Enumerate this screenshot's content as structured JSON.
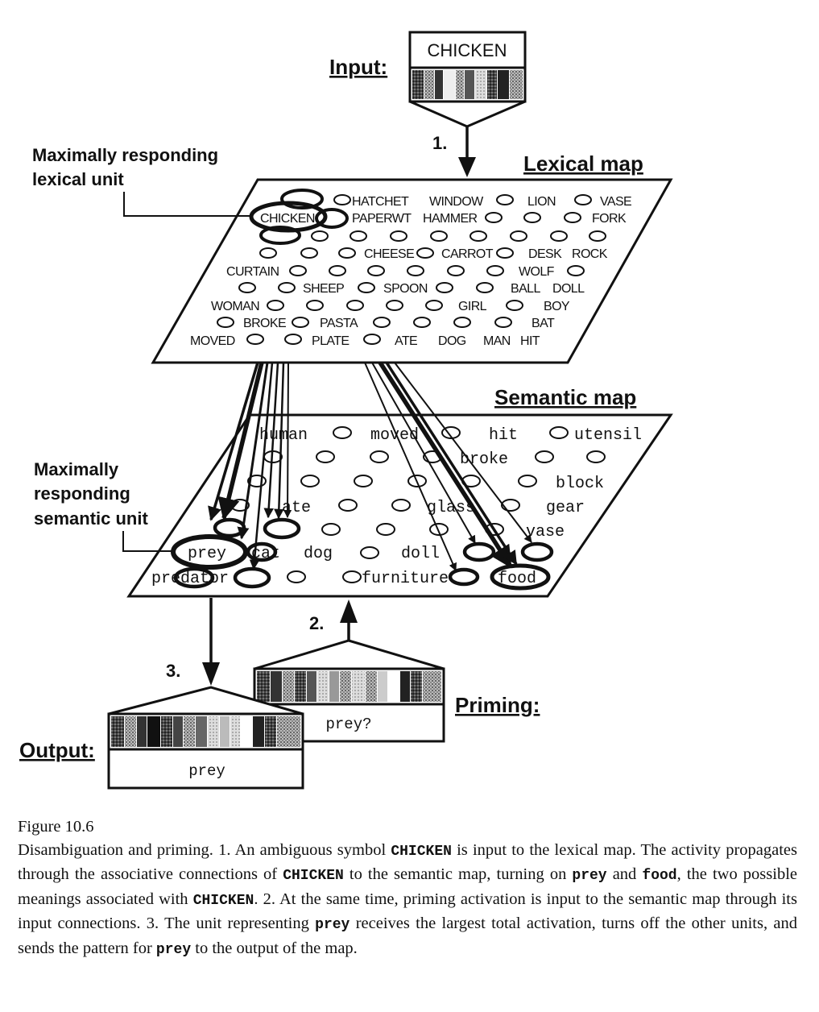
{
  "labels": {
    "input": "Input:",
    "lexical_map": "Lexical map",
    "semantic_map": "Semantic map",
    "max_lexical_line1": "Maximally responding",
    "max_lexical_line2": "lexical unit",
    "max_semantic_line1": "Maximally",
    "max_semantic_line2": "responding",
    "max_semantic_line3": "semantic unit",
    "priming": "Priming:",
    "output": "Output:",
    "step1": "1.",
    "step2": "2.",
    "step3": "3."
  },
  "input_box": {
    "word": "CHICKEN"
  },
  "lexical_words": [
    "HATCHET",
    "WINDOW",
    "LION",
    "VASE",
    "CHICKEN",
    "PAPERWT",
    "HAMMER",
    "FORK",
    "CHEESE",
    "CARROT",
    "DESK",
    "ROCK",
    "CURTAIN",
    "WOLF",
    "SHEEP",
    "SPOON",
    "BALL",
    "DOLL",
    "WOMAN",
    "GIRL",
    "BOY",
    "BROKE",
    "PASTA",
    "BAT",
    "MOVED",
    "PLATE",
    "ATE",
    "DOG",
    "MAN",
    "HIT"
  ],
  "semantic_words": [
    "human",
    "moved",
    "hit",
    "utensil",
    "broke",
    "block",
    "ate",
    "glass",
    "gear",
    "vase",
    "prey",
    "cat",
    "dog",
    "doll",
    "predator",
    "furniture",
    "food"
  ],
  "priming_box": {
    "word": "prey?"
  },
  "output_box": {
    "word": "prey"
  },
  "caption": {
    "figure": "Figure 10.6",
    "p1": "Disambiguation and priming. 1. An ambiguous symbol ",
    "c1": "CHICKEN",
    "p2": " is input to the lexical map. The activity propagates through the associative connections of ",
    "c2": "CHICKEN",
    "p3": " to the semantic map, turning on ",
    "c3": "prey",
    "p4": " and ",
    "c4": "food",
    "p5": ", the two possible meanings associated with ",
    "c5": "CHICKEN",
    "p6": ". 2. At the same time, priming activation is input to the semantic map through its input connections. 3. The unit representing ",
    "c6": "prey",
    "p7": " receives the largest total activation, turns off the other units, and sends the pattern for ",
    "c7": "prey",
    "p8": " to the output of the map."
  },
  "colors": {
    "ink": "#111111",
    "background": "#ffffff"
  }
}
